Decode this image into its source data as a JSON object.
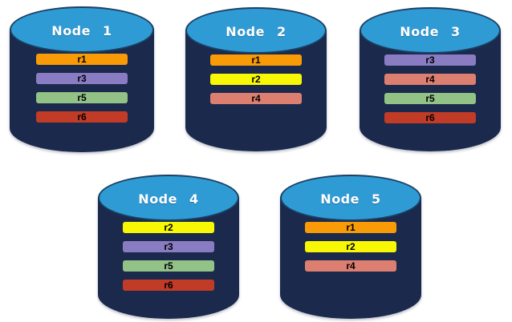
{
  "diagram": {
    "type": "database-replication-diagram",
    "palette": {
      "cylinder_body": "#1B2A4C",
      "cylinder_top_fill": "#2F9BD5",
      "cylinder_top_border": "#1A4064",
      "node_label_text": "#FFFFFF",
      "replica_label_text": "#000000",
      "background": "#FFFFFF"
    },
    "replica_colors": {
      "r1": "#F99B06",
      "r2": "#F8F805",
      "r3": "#8A7CC2",
      "r4": "#DD7F70",
      "r5": "#92C286",
      "r6": "#C23B26"
    }
  },
  "nodes": [
    {
      "label": "Node 1",
      "replicas": [
        {
          "id": "r1",
          "color": "#F99B06"
        },
        {
          "id": "r3",
          "color": "#8A7CC2"
        },
        {
          "id": "r5",
          "color": "#92C286"
        },
        {
          "id": "r6",
          "color": "#C23B26"
        }
      ]
    },
    {
      "label": "Node 2",
      "replicas": [
        {
          "id": "r1",
          "color": "#F99B06"
        },
        {
          "id": "r2",
          "color": "#F8F805"
        },
        {
          "id": "r4",
          "color": "#DD7F70"
        }
      ]
    },
    {
      "label": "Node 3",
      "replicas": [
        {
          "id": "r3",
          "color": "#8A7CC2"
        },
        {
          "id": "r4",
          "color": "#DD7F70"
        },
        {
          "id": "r5",
          "color": "#92C286"
        },
        {
          "id": "r6",
          "color": "#C23B26"
        }
      ]
    },
    {
      "label": "Node 4",
      "replicas": [
        {
          "id": "r2",
          "color": "#F8F805"
        },
        {
          "id": "r3",
          "color": "#8A7CC2"
        },
        {
          "id": "r5",
          "color": "#92C286"
        },
        {
          "id": "r6",
          "color": "#C23B26"
        }
      ]
    },
    {
      "label": "Node 5",
      "replicas": [
        {
          "id": "r1",
          "color": "#F99B06"
        },
        {
          "id": "r2",
          "color": "#F8F805"
        },
        {
          "id": "r4",
          "color": "#DD7F70"
        }
      ]
    }
  ]
}
